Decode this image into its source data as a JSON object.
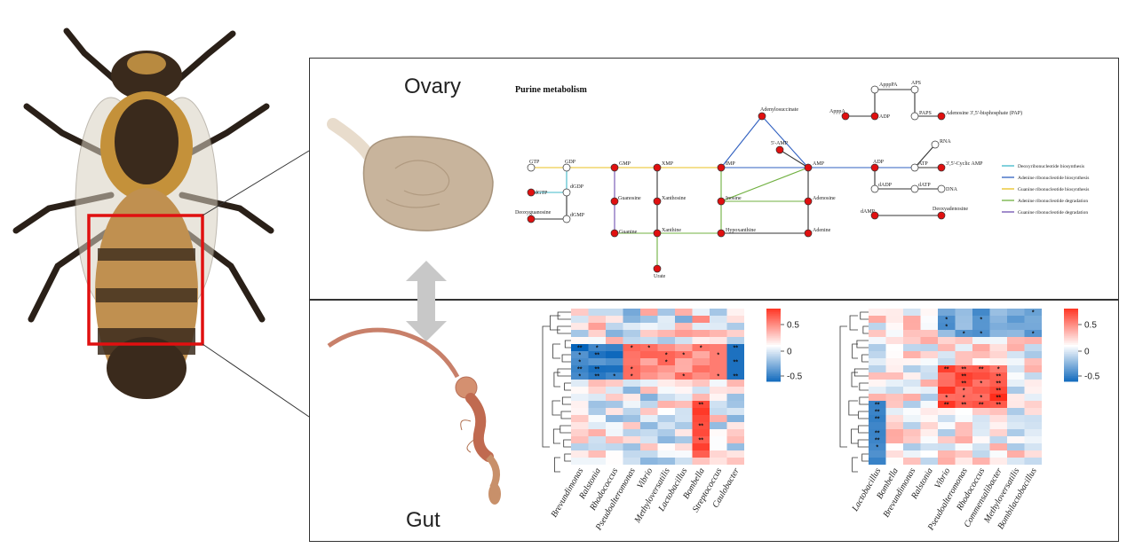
{
  "labels": {
    "ovary": "Ovary",
    "gut": "Gut"
  },
  "pathway": {
    "title": "Purine metabolism",
    "nodes": [
      {
        "id": "GTP",
        "label": "GTP",
        "filled": false
      },
      {
        "id": "GDP",
        "label": "GDP",
        "filled": false
      },
      {
        "id": "dGTP",
        "label": "dGTP",
        "filled": true
      },
      {
        "id": "dGDP",
        "label": "dGDP",
        "filled": false
      },
      {
        "id": "Deoxyguanosine",
        "label": "Deoxyguanosine",
        "filled": true
      },
      {
        "id": "dGMP",
        "label": "dGMP",
        "filled": false
      },
      {
        "id": "GMP",
        "label": "GMP",
        "filled": true
      },
      {
        "id": "XMP",
        "label": "XMP",
        "filled": true
      },
      {
        "id": "Guanosine",
        "label": "Guanosine",
        "filled": true
      },
      {
        "id": "Xanthosine",
        "label": "Xanthosine",
        "filled": true
      },
      {
        "id": "Guanine",
        "label": "Guanine",
        "filled": true
      },
      {
        "id": "Xanthine",
        "label": "Xanthine",
        "filled": true
      },
      {
        "id": "Urate",
        "label": "Urate",
        "filled": true
      },
      {
        "id": "IMP",
        "label": "IMP",
        "filled": true
      },
      {
        "id": "Inosine",
        "label": "Inosine",
        "filled": true
      },
      {
        "id": "Hypoxanthine",
        "label": "Hypoxanthine",
        "filled": true
      },
      {
        "id": "Adenylosuccinate",
        "label": "Adenylosuccinate",
        "filled": true
      },
      {
        "id": "dAMP5",
        "label": "5'-AMP",
        "filled": true
      },
      {
        "id": "AMP",
        "label": "AMP",
        "filled": true
      },
      {
        "id": "Adenosine",
        "label": "Adenosine",
        "filled": true
      },
      {
        "id": "Adenine",
        "label": "Adenine",
        "filled": true
      },
      {
        "id": "ApppA",
        "label": "ApppA",
        "filled": true
      },
      {
        "id": "ApppPA",
        "label": "ApppPA",
        "filled": false
      },
      {
        "id": "APS",
        "label": "APS",
        "filled": false
      },
      {
        "id": "ADP_top",
        "label": "ADP",
        "filled": true
      },
      {
        "id": "PAPS",
        "label": "PAPS",
        "filled": false
      },
      {
        "id": "PAP",
        "label": "Adenosine 3',5'-bisphosphate (PAP)",
        "filled": true
      },
      {
        "id": "ADP",
        "label": "ADP",
        "filled": true
      },
      {
        "id": "ATP",
        "label": "ATP",
        "filled": false
      },
      {
        "id": "cAMP",
        "label": "3',5'-Cyclic AMP",
        "filled": true
      },
      {
        "id": "RNA",
        "label": "RNA",
        "filled": false
      },
      {
        "id": "dADP",
        "label": "dADP",
        "filled": false
      },
      {
        "id": "dATP",
        "label": "dATP",
        "filled": false
      },
      {
        "id": "DNA",
        "label": "DNA",
        "filled": false
      },
      {
        "id": "dAMP",
        "label": "dAMP",
        "filled": true
      },
      {
        "id": "Deoxyadenosine",
        "label": "Deoxyadenosine",
        "filled": true
      }
    ],
    "legend": [
      {
        "label": "Deoxyribonucleotide biosynthesis",
        "color": "#3fb8c8"
      },
      {
        "label": "Adenine ribonucleotide biosynthesis",
        "color": "#3060c0"
      },
      {
        "label": "Guanine ribonucleotide biosynthesis",
        "color": "#e8c020"
      },
      {
        "label": "Adenine ribonucleotide degradation",
        "color": "#70b040"
      },
      {
        "label": "Guanine ribonucleotide degradation",
        "color": "#7050b0"
      }
    ]
  },
  "heatmap1": {
    "x_labels": [
      "Brevundimonas",
      "Ralstonia",
      "Rhodococcus",
      "Pseudoalteromonas",
      "Vibrio",
      "Methyloversatilis",
      "Lactobacillus",
      "Bombella",
      "Streptococcus",
      "Caulobacter"
    ],
    "colorbar_ticks": [
      "0.5",
      "0",
      "-0.5"
    ]
  },
  "heatmap2": {
    "x_labels": [
      "Lactobacillus",
      "Bombella",
      "Brevundimonas",
      "Ralstonia",
      "Vibrio",
      "Pseudoalteromonas",
      "Rhodococcus",
      "Commensalibacter",
      "Methyloversatilis",
      "Bombilactobacillus"
    ],
    "colorbar_ticks": [
      "0.5",
      "0",
      "-0.5"
    ]
  },
  "colors": {
    "highlight_box": "#e01010",
    "node_red": "#e01010",
    "frame": "#333333"
  }
}
